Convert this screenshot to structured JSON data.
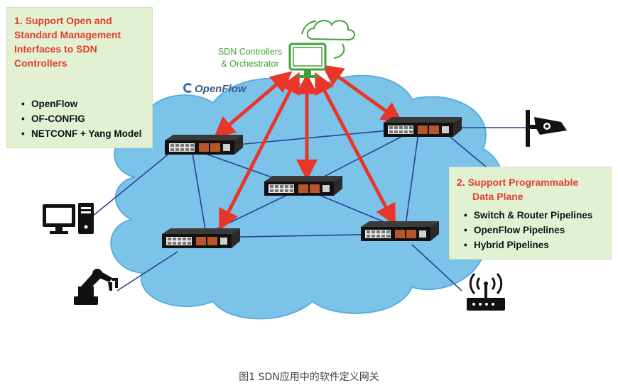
{
  "box1": {
    "title_lines": [
      "1. Support Open and",
      "Standard Management",
      "Interfaces to SDN",
      "Controllers"
    ],
    "items": [
      "OpenFlow",
      "OF-CONFIG",
      "NETCONF + Yang Model"
    ]
  },
  "box2": {
    "title_lines": [
      "2. Support Programmable",
      "Data Plane"
    ],
    "items": [
      "Switch & Router Pipelines",
      "OpenFlow Pipelines",
      "Hybrid Pipelines"
    ]
  },
  "controller": {
    "label_lines": [
      "SDN Controllers",
      "& Orchestrator"
    ]
  },
  "logo": {
    "text": "OpenFlow"
  },
  "caption": "图1 SDN应用中的软件定义网关",
  "colors": {
    "cloud": "#7cc3ea",
    "cloud_edge": "#5aaedc",
    "arrow": "#e8372a",
    "link": "#2d3f8f",
    "box_bg": "#e3f1d3",
    "title_red": "#e0402a",
    "controller_green": "#43a03a"
  },
  "icons": [
    "cloud-icon",
    "monitor-icon",
    "desktop-computer-icon",
    "robot-arm-icon",
    "security-camera-icon",
    "wifi-router-icon",
    "network-switch-icon"
  ]
}
